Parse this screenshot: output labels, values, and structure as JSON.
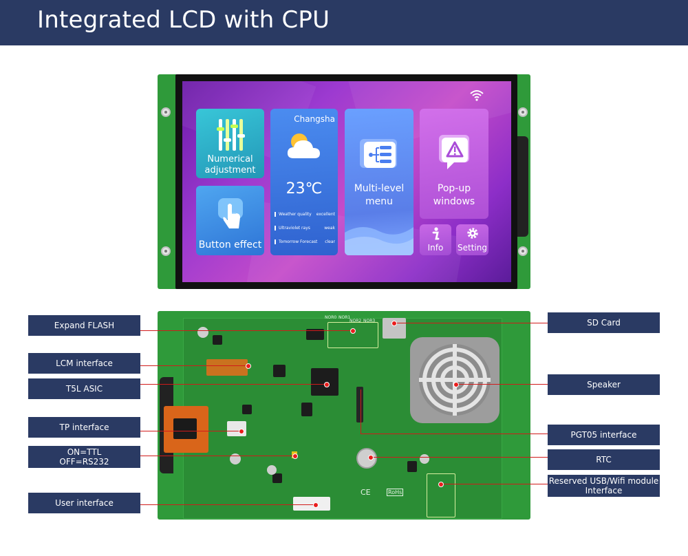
{
  "header": {
    "title": "Integrated LCD with CPU"
  },
  "screen": {
    "numerical": {
      "label_line1": "Numerical",
      "label_line2": "adjustment"
    },
    "button_effect": {
      "label": "Button effect"
    },
    "weather": {
      "city": "Changsha",
      "temperature": "23℃",
      "rows": [
        {
          "label": "Weather quality",
          "value": "excellent"
        },
        {
          "label": "Ultraviolet rays",
          "value": "weak"
        },
        {
          "label": "Tomorrow Forecast",
          "value": "clear"
        }
      ]
    },
    "multilevel": {
      "label_line1": "Multi-level",
      "label_line2": "menu"
    },
    "popup": {
      "label_line1": "Pop-up",
      "label_line2": "windows"
    },
    "info": {
      "label": "Info"
    },
    "setting": {
      "label": "Setting"
    }
  },
  "board_marks": {
    "nor0": "NOR0",
    "nor1": "NOR1",
    "nor2": "NOR2",
    "nor3": "NOR3",
    "ce": "CE",
    "rohs": "RoHs"
  },
  "callouts_left": [
    {
      "label": "Expand FLASH"
    },
    {
      "label": "LCM interface"
    },
    {
      "label": "T5L ASIC"
    },
    {
      "label": "TP interface"
    },
    {
      "label_line1": "ON=TTL",
      "label_line2": "OFF=RS232"
    },
    {
      "label": "User interface"
    }
  ],
  "callouts_right": [
    {
      "label": "SD Card"
    },
    {
      "label": "Speaker"
    },
    {
      "label": "PGT05 interface"
    },
    {
      "label": "RTC"
    },
    {
      "label_line1": "Reserved USB/Wifi module",
      "label_line2": "Interface"
    }
  ],
  "colors": {
    "banner": "#2a3a63",
    "pcb": "#2f9a3a",
    "leader": "#d11a1a",
    "tile_numerical": "#2bb5c8",
    "tile_button": "#3a8ee0",
    "tile_weather": "#3f7fe0",
    "tile_menu": "#5a86f0",
    "tile_popup": "#c25fe0"
  }
}
